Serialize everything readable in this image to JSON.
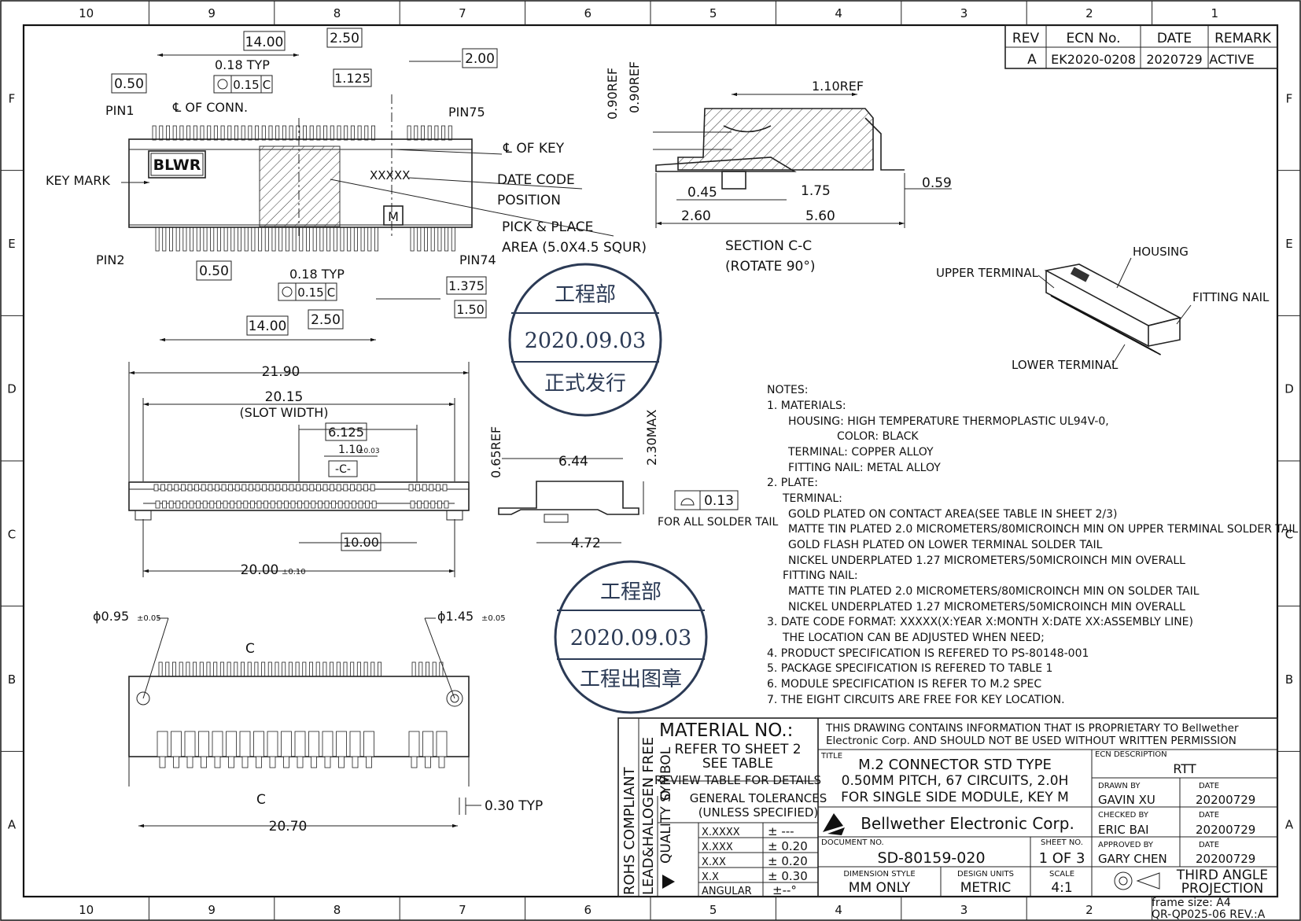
{
  "border": {
    "columns": [
      "10",
      "9",
      "8",
      "7",
      "6",
      "5",
      "4",
      "3",
      "2",
      "1"
    ],
    "rows": [
      "F",
      "E",
      "D",
      "C",
      "B",
      "A"
    ]
  },
  "revision": {
    "headers": [
      "REV",
      "ECN No.",
      "DATE",
      "REMARK"
    ],
    "row": [
      "A",
      "EK2020-0208",
      "2020729",
      "ACTIVE"
    ]
  },
  "top_view": {
    "dim_14": "14.00",
    "dim_250": "2.50",
    "dim_200": "2.00",
    "dim_1125": "1.125",
    "dim_050": "0.50",
    "dim_018typ": "0.18 TYP",
    "tol_015c": "0.15",
    "tol_c": "C",
    "center_conn": "℄ OF CONN.",
    "pin1": "PIN1",
    "pin75": "PIN75",
    "brand_mark": "BLWR",
    "key_mark": "KEY MARK",
    "center_key": "℄ OF KEY",
    "date_code": "DATE CODE",
    "date_pos": "POSITION",
    "xxxxx": "XXXXX",
    "m_mark": "M",
    "pick_place": "PICK & PLACE",
    "pick_area": "AREA (5.0X4.5 SQUR)",
    "pin2": "PIN2",
    "pin74": "PIN74",
    "b_050": "0.50",
    "b_018typ": "0.18 TYP",
    "b_015c": "0.15",
    "b_c": "C",
    "b_1375": "1.375",
    "b_150": "1.50",
    "b_14": "14.00",
    "b_250": "2.50"
  },
  "section": {
    "ref1": "0.90REF",
    "ref2": "0.90REF",
    "ref110": "1.10REF",
    "d045": "0.45",
    "d175": "1.75",
    "d059": "0.59",
    "d260": "2.60",
    "d560": "5.60",
    "title1": "SECTION C-C",
    "title2": "(ROTATE 90°)"
  },
  "iso": {
    "housing": "HOUSING",
    "upper": "UPPER TERMINAL",
    "nail": "FITTING NAIL",
    "lower": "LOWER TERMINAL"
  },
  "front": {
    "w2190": "21.90",
    "slot": "20.15",
    "slot_w": "(SLOT WIDTH)",
    "d6125": "6.125",
    "d110": "1.10",
    "d110tol": "±0.03",
    "datum_c": "-C-",
    "d1000": "10.00",
    "d2000": "20.00",
    "d2000tol": "±0.10"
  },
  "side": {
    "ref065": "0.65REF",
    "d644": "6.44",
    "max230": "2.30MAX",
    "d472": "4.72",
    "cop": "0.13",
    "cop_note": "FOR ALL SOLDER TAIL"
  },
  "bottom_view": {
    "d095": "ϕ0.95",
    "d095tol": "±0.05",
    "d145": "ϕ1.45",
    "d145tol": "±0.05",
    "c_top": "C",
    "c_bot": "C",
    "d030": "0.30 TYP",
    "d2070": "20.70"
  },
  "stamps": [
    {
      "top": "工程部",
      "date": "2020.09.03",
      "bottom": "正式发行"
    },
    {
      "top": "工程部",
      "date": "2020.09.03",
      "bottom": "工程出图章"
    }
  ],
  "notes": [
    "NOTES:",
    "1. MATERIALS:",
    "HOUSING: HIGH TEMPERATURE THERMOPLASTIC UL94V-0,",
    "COLOR: BLACK",
    "TERMINAL: COPPER ALLOY",
    "FITTING NAIL: METAL ALLOY",
    "2. PLATE:",
    "TERMINAL:",
    "GOLD PLATED ON CONTACT AREA(SEE TABLE IN SHEET 2/3)",
    "MATTE TIN PLATED 2.0 MICROMETERS/80MICROINCH MIN ON UPPER TERMINAL SOLDER TAIL",
    "GOLD FLASH PLATED  ON LOWER TERMINAL SOLDER TAIL",
    "NICKEL UNDERPLATED 1.27 MICROMETERS/50MICROINCH MIN OVERALL",
    "FITTING NAIL:",
    "MATTE TIN PLATED 2.0 MICROMETERS/80MICROINCH MIN ON SOLDER TAIL",
    "NICKEL UNDERPLATED 1.27 MICROMETERS/50MICROINCH MIN OVERALL",
    "3. DATE CODE FORMAT: XXXXX(X:YEAR X:MONTH X:DATE XX:ASSEMBLY LINE)",
    "THE LOCATION CAN BE ADJUSTED WHEN NEED;",
    "4. PRODUCT SPECIFICATION IS REFERED TO PS-80148-001",
    "5. PACKAGE SPECIFICATION IS REFERED TO TABLE 1",
    "6. MODULE SPECIFICATION IS REFER TO M.2 SPEC",
    "7. THE EIGHT CIRCUITS ARE FREE FOR KEY LOCATION."
  ],
  "title_block": {
    "rohs1": "ROHS COMPLIANT",
    "rohs2": "LEAD&HALOGEN FREE",
    "quality": "QUALITY SYMBOL",
    "q_mark": "O",
    "material_label": "MATERIAL NO.:",
    "material_1": "REFER TO SHEET 2",
    "material_2": "SEE TABLE",
    "review": "REVIEW TABLE FOR DETAILS",
    "tol_title": "GENERAL TOLERANCES",
    "tol_sub": "(UNLESS SPECIFIED)",
    "tolerances": [
      {
        "k": "X.XXXX",
        "v": "± ---"
      },
      {
        "k": "X.XXX",
        "v": "± 0.20"
      },
      {
        "k": "X.XX",
        "v": "± 0.20"
      },
      {
        "k": "X.X",
        "v": "± 0.30"
      },
      {
        "k": "ANGULAR",
        "v": "±--°"
      }
    ],
    "proprietary_1": "THIS DRAWING CONTAINS INFORMATION THAT IS PROPRIETARY TO Bellwether",
    "proprietary_2": "Electronic Corp. AND SHOULD NOT BE USED WITHOUT WRITTEN PERMISSION",
    "title_label": "TITLE",
    "title_1": "M.2 CONNECTOR STD TYPE",
    "title_2": "0.50MM PITCH, 67 CIRCUITS, 2.0H",
    "title_3": "FOR SINGLE SIDE MODULE, KEY M",
    "company": "Bellwether Electronic Corp.",
    "doc_label": "DOCUMENT NO.",
    "doc_no": "SD-80159-020",
    "sheet_label": "SHEET NO.",
    "sheet": "1 OF 3",
    "ecn_label": "ECN DESCRIPTION",
    "ecn": "RTT",
    "drawn_label": "DRAWN BY",
    "drawn": "GAVIN XU",
    "checked_label": "CHECKED BY",
    "checked": "ERIC BAI",
    "approved_label": "APPROVED BY",
    "approved": "GARY CHEN",
    "date_label": "DATE",
    "date": "20200729",
    "dim_style_label": "DIMENSION STYLE",
    "dim_style": "MM ONLY",
    "units_label": "DESIGN UNITS",
    "units": "METRIC",
    "scale_label": "SCALE",
    "scale": "4:1",
    "projection_1": "THIRD ANGLE",
    "projection_2": "PROJECTION",
    "frame": "frame size: A4",
    "form": "QR-QP025-06 REV.:A"
  }
}
